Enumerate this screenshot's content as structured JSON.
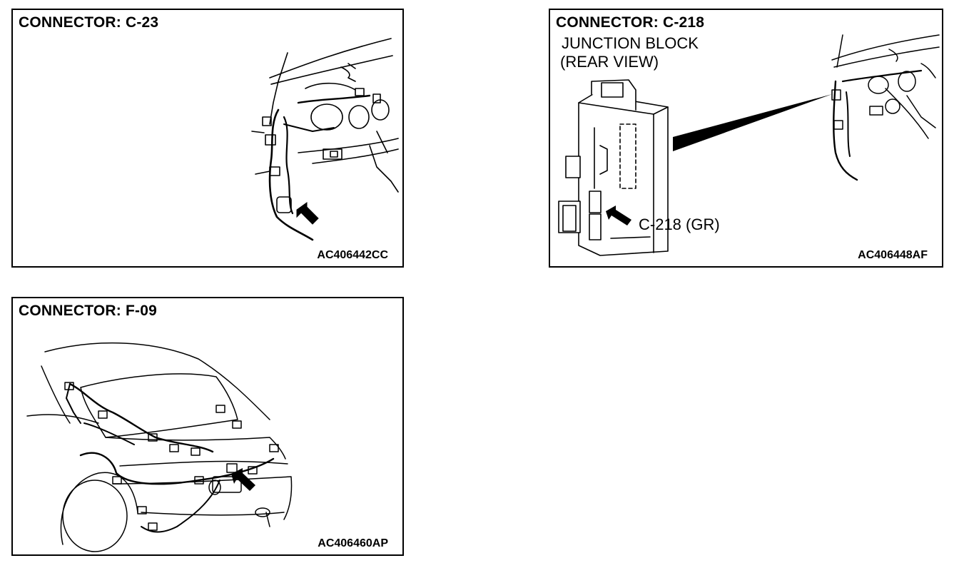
{
  "panels": [
    {
      "title": "CONNECTOR: C-23",
      "figure_code": "AC406442CC"
    },
    {
      "title": "CONNECTOR: C-218",
      "subtitle_line1": "JUNCTION BLOCK",
      "subtitle_line2": "(REAR VIEW)",
      "callout": "C-218 (GR)",
      "figure_code": "AC406448AF"
    },
    {
      "title": "CONNECTOR: F-09",
      "figure_code": "AC406460AP"
    }
  ]
}
